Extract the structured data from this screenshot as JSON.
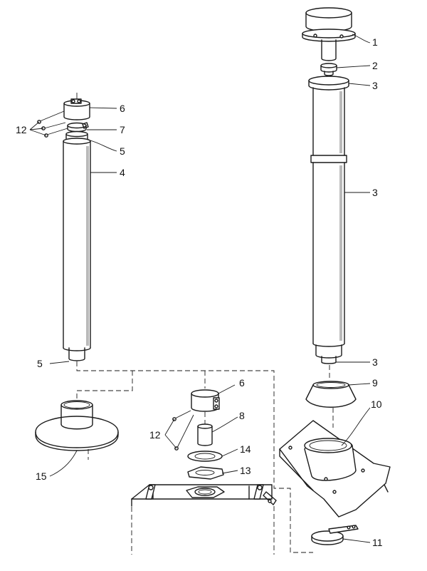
{
  "labels": {
    "l1": "1",
    "l2": "2",
    "l3a": "3",
    "l3b": "3",
    "l3c": "3",
    "l4": "4",
    "l5a": "5",
    "l5b": "5",
    "l6a": "6",
    "l6b": "6",
    "l7": "7",
    "l8": "8",
    "l9": "9",
    "l10": "10",
    "l11": "11",
    "l12a": "12",
    "l12b": "12",
    "l13": "13",
    "l14": "14",
    "l15": "15"
  }
}
